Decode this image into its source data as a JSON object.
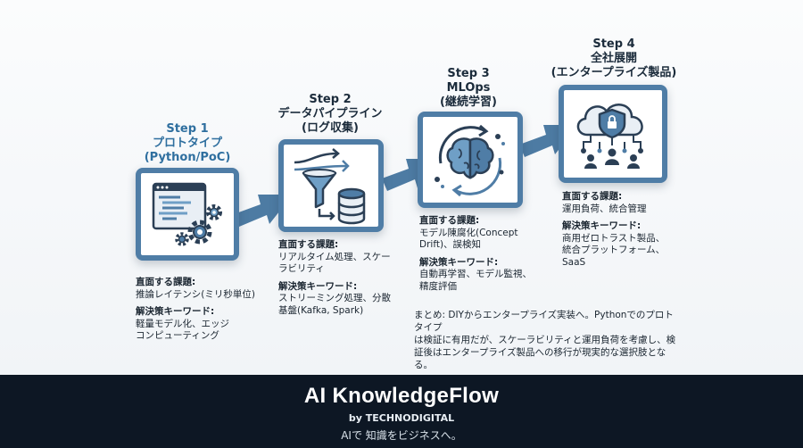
{
  "steps": [
    {
      "step_label": "Step 1",
      "name_line1": "プロトタイプ",
      "name_line2": "(Python/PoC)",
      "challenge_heading": "直面する課題:",
      "challenge_lines": [
        "推論レイテンシ(ミリ秒単位)"
      ],
      "keyword_heading": "解決策キーワード:",
      "keyword_lines": [
        "軽量モデル化、エッジ",
        "コンピューティング"
      ],
      "icon": "code-editor-gears-icon"
    },
    {
      "step_label": "Step 2",
      "name_line1": "データパイプライン",
      "name_line2": "(ログ収集)",
      "challenge_heading": "直面する課題:",
      "challenge_lines": [
        "リアルタイム処理、スケー",
        "ラビリティ"
      ],
      "keyword_heading": "解決策キーワード:",
      "keyword_lines": [
        "ストリーミング処理、分散",
        "基盤(Kafka, Spark)"
      ],
      "icon": "funnel-database-icon"
    },
    {
      "step_label": "Step 3",
      "name_line1": "MLOps",
      "name_line2": "(継続学習)",
      "challenge_heading": "直面する課題:",
      "challenge_lines": [
        "モデル陳腐化(Concept",
        "Drift)、誤検知"
      ],
      "keyword_heading": "解決策キーワード:",
      "keyword_lines": [
        "自動再学習、モデル監視、",
        "精度評価"
      ],
      "icon": "brain-cycle-icon"
    },
    {
      "step_label": "Step 4",
      "name_line1": "全社展開",
      "name_line2": "(エンタープライズ製品)",
      "challenge_heading": "直面する課題:",
      "challenge_lines": [
        "運用負荷、統合管理"
      ],
      "keyword_heading": "解決策キーワード:",
      "keyword_lines": [
        "商用ゼロトラスト製品、",
        "統合プラットフォーム、",
        "SaaS"
      ],
      "icon": "cloud-shield-network-icon"
    }
  ],
  "summary_lines": [
    "まとめ: DIYからエンタープライズ実装へ。Pythonでのプロトタイプ",
    "は検証に有用だが、スケーラビリティと運用負荷を考慮し、検",
    "証後はエンタープライズ製品への移行が現実的な選択肢となる。"
  ],
  "footer": {
    "brand": "AI KnowledgeFlow",
    "by": "by TECHNODIGITAL",
    "tagline": "AIで 知識をビジネスへ。"
  },
  "colors": {
    "card_border": "#4f7da6",
    "arrow": "#4d7ba3",
    "step1_title": "#2f6f9f",
    "footer_bg": "#0d1724"
  }
}
